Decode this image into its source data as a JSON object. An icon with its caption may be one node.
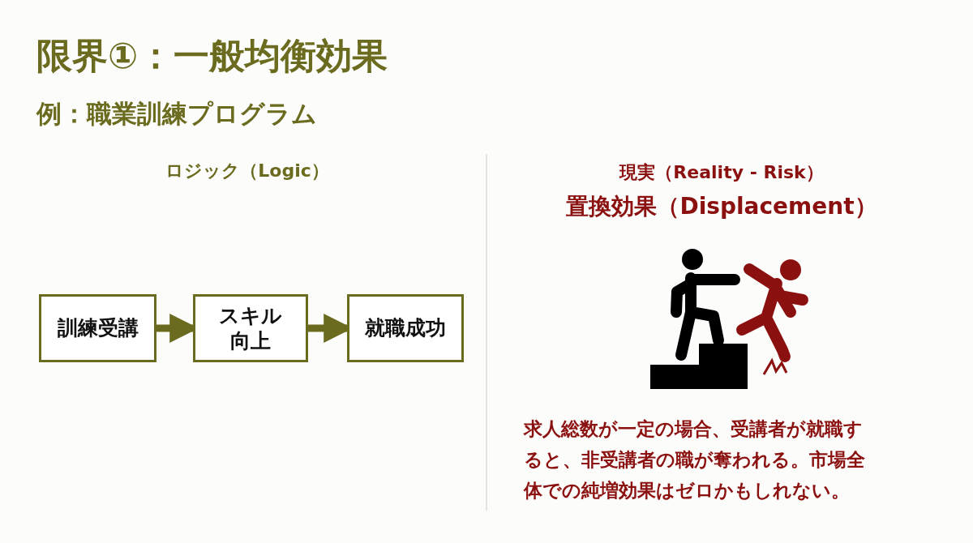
{
  "diagram": {
    "title": "限界①：一般均衡効果",
    "nodes": [
      {
        "text": [
          "訓練受講"
        ]
      },
      {
        "text": [
          "スキル向上"
        ]
      },
      {
        "text": [
          "就職成功"
        ]
      }
    ],
    "edges": [
      {
        "from": 0,
        "to": 1,
        "arrow": "to"
      },
      {
        "from": 1,
        "to": 2,
        "arrow": "to"
      }
    ],
    "labels": [
      "例：職業訓練プログラム",
      "ロジック（Logic）",
      "現実（Reality - Risk）",
      "置換効果（Displacement）",
      "求人総数が一定の場合、受講者が就職すると、非受講者の職が奪われる。市場全体での純増効果はゼロかもしれない。"
    ]
  }
}
